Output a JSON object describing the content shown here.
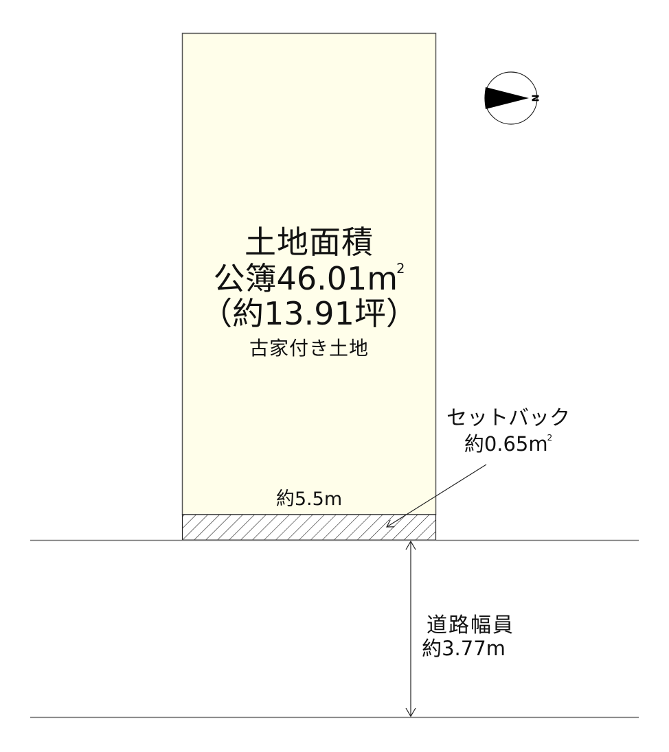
{
  "diagram": {
    "type": "land-lot-plan",
    "colors": {
      "lot_fill": "#fffeea",
      "lot_border": "#555555",
      "road_line": "#777777",
      "hatch": "#222222",
      "compass_needle": "#000000",
      "text": "#111111"
    },
    "lot": {
      "title": "土地面積",
      "registered_area_prefix": "公簿",
      "registered_area_value": "46.01",
      "registered_area_unit": "m",
      "registered_area_sup": "2",
      "tsubo_text": "（約13.91坪）",
      "note": "古家付き土地",
      "frontage": "約5.5m"
    },
    "setback": {
      "label": "セットバック",
      "area_value": "約0.65",
      "area_unit": "m",
      "area_sup": "2"
    },
    "road": {
      "label": "道路幅員",
      "width": "約3.77m"
    },
    "compass": {
      "north_label": "N",
      "direction": "east"
    }
  }
}
